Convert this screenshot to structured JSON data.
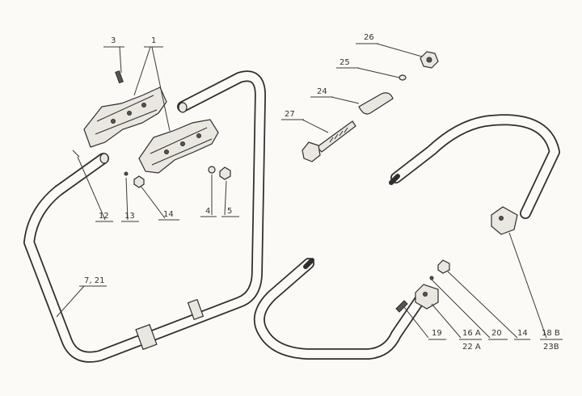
{
  "callouts": [
    {
      "id": "c-3",
      "text": "3"
    },
    {
      "id": "c-1",
      "text": "1"
    },
    {
      "id": "c-12",
      "text": "12"
    },
    {
      "id": "c-13",
      "text": "13"
    },
    {
      "id": "c-14a",
      "text": "14"
    },
    {
      "id": "c-4",
      "text": "4"
    },
    {
      "id": "c-5",
      "text": "5"
    },
    {
      "id": "c-7-21",
      "text": "7, 21"
    },
    {
      "id": "c-26",
      "text": "26"
    },
    {
      "id": "c-25",
      "text": "25"
    },
    {
      "id": "c-24",
      "text": "24"
    },
    {
      "id": "c-27",
      "text": "27"
    },
    {
      "id": "c-19",
      "text": "19"
    },
    {
      "id": "c-16a",
      "text": "16 A"
    },
    {
      "id": "c-22a",
      "text": "22 A"
    },
    {
      "id": "c-20",
      "text": "20"
    },
    {
      "id": "c-14b",
      "text": "14"
    },
    {
      "id": "c-18b",
      "text": "18 B"
    },
    {
      "id": "c-23b",
      "text": "23B"
    }
  ]
}
